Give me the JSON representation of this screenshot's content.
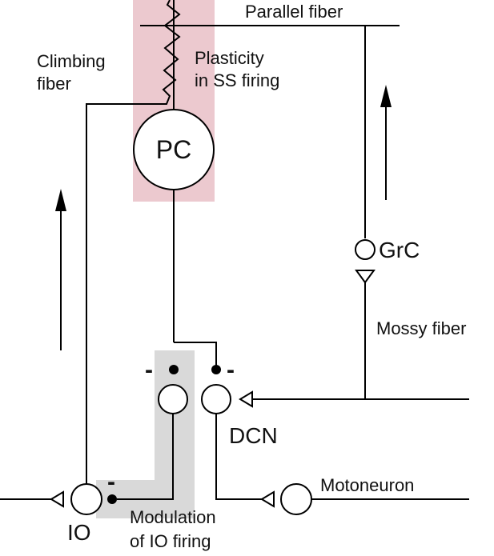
{
  "labels": {
    "parallel_fiber": "Parallel fiber",
    "climbing_fiber_line1": "Climbing",
    "climbing_fiber_line2": "fiber",
    "plasticity_line1": "Plasticity",
    "plasticity_line2": "in SS firing",
    "pc": "PC",
    "grc": "GrC",
    "mossy_fiber": "Mossy fiber",
    "dcn": "DCN",
    "io": "IO",
    "motoneuron": "Motoneuron",
    "modulation_line1": "Modulation",
    "modulation_line2": "of IO firing",
    "minus": "-"
  },
  "colors": {
    "plasticity_highlight": "#ecc9cf",
    "modulation_highlight": "#d9d9d9",
    "line": "#000000",
    "text": "#111111"
  },
  "icons": {
    "excitatory_synapse": "open-triangle",
    "inhibitory_synapse": "filled-dot",
    "signal_direction": "up-arrow"
  }
}
